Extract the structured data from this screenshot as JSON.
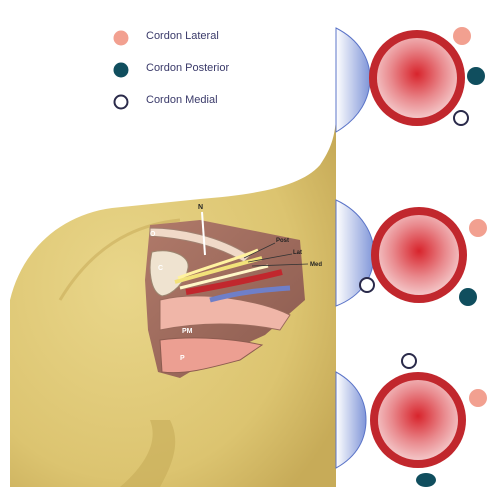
{
  "legend": [
    {
      "label": "Cordon Lateral",
      "color": "#f2a090",
      "style": "filled"
    },
    {
      "label": "Cordon Posterior",
      "color": "#104e5e",
      "style": "filled"
    },
    {
      "label": "Cordon Medial",
      "color": "#ffffff",
      "style": "outline"
    }
  ],
  "anatomy_labels": {
    "n": "N",
    "o": "O",
    "c": "C",
    "post": "Post",
    "lat": "Lat",
    "med": "Med",
    "pm": "PM",
    "p": "P"
  },
  "colors": {
    "skin": "#e0c97a",
    "skin_shade": "#c9ae5c",
    "artery_outer": "#c1272d",
    "artery_inner": "#e0424a",
    "vein": "#8ca0e0",
    "lateral_cord": "#f2a090",
    "posterior_cord": "#104e5e",
    "medial_cord": "#ffffff"
  }
}
